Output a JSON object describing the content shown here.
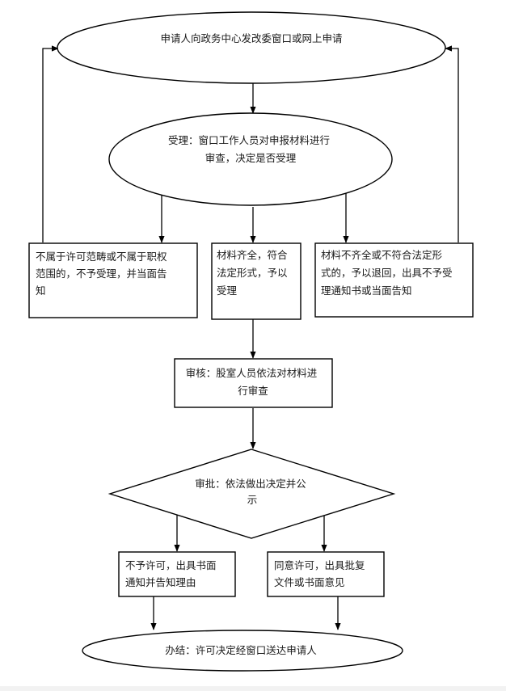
{
  "nodes": {
    "apply": {
      "lines": [
        "申请人向政务中心发改委窗口或网上申请"
      ]
    },
    "accept": {
      "lines": [
        "受理：窗口工作人员对申报材料进行",
        "审查，决定是否受理"
      ]
    },
    "reject_scope": {
      "lines": [
        "不属于许可范畴或不属于职权",
        "范围的，不予受理，并当面告",
        "知"
      ]
    },
    "materials_ok": {
      "lines": [
        "材料齐全，符合",
        "法定形式，予以",
        "受理"
      ]
    },
    "materials_bad": {
      "lines": [
        "材料不齐全或不符合法定形",
        "式的，予以退回，出具不予受",
        "理通知书或当面告知"
      ]
    },
    "review": {
      "lines": [
        "审核：股室人员依法对材料进",
        "行审查"
      ]
    },
    "approve": {
      "lines": [
        "审批：依法做出决定并公",
        "示"
      ]
    },
    "deny": {
      "lines": [
        "不予许可，出具书面",
        "通知并告知理由"
      ]
    },
    "grant": {
      "lines": [
        "同意许可，出具批复",
        "文件或书面意见"
      ]
    },
    "finish": {
      "lines": [
        "办结：许可决定经窗口送达申请人"
      ]
    }
  }
}
